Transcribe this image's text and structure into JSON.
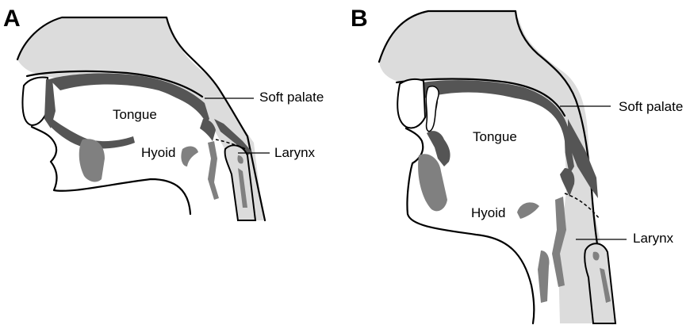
{
  "panels": [
    {
      "letter": "A",
      "labels": {
        "tongue": "Tongue",
        "soft_palate": "Soft palate",
        "hyoid": "Hyoid",
        "larynx": "Larynx"
      }
    },
    {
      "letter": "B",
      "labels": {
        "tongue": "Tongue",
        "soft_palate": "Soft palate",
        "hyoid": "Hyoid",
        "larynx": "Larynx"
      }
    }
  ],
  "colors": {
    "airway_light_gray": "#dcdcdc",
    "tongue_dark_gray": "#555555",
    "bone_mid_gray": "#808080",
    "outline": "#000000"
  }
}
